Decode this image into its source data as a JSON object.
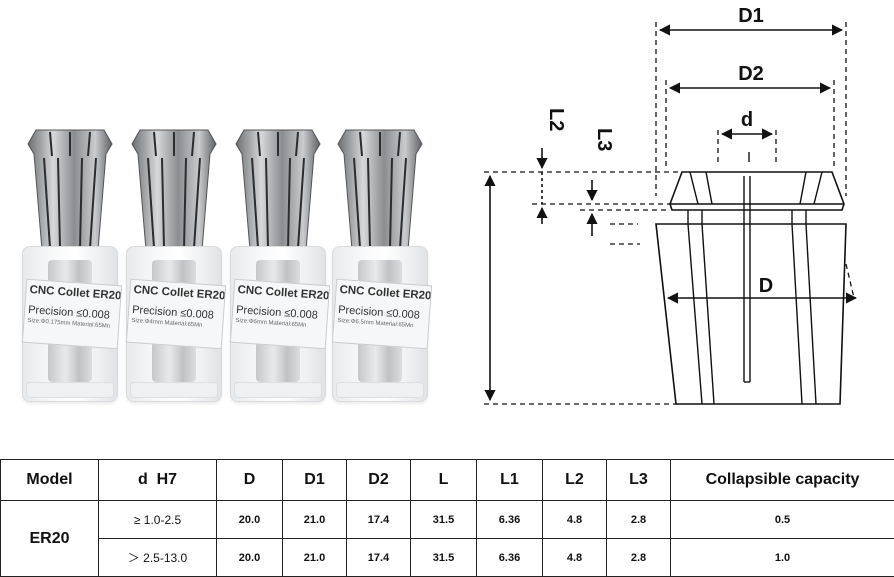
{
  "photo": {
    "collets": [
      {
        "title": "CNC Collet ER20",
        "precision": "Precision ≤0.008",
        "detail": "Size:Φ0.175mm Material:65Mn"
      },
      {
        "title": "CNC Collet ER20",
        "precision": "Precision ≤0.008",
        "detail": "Size:Φ4mm Material:65Mn"
      },
      {
        "title": "CNC Collet ER20",
        "precision": "Precision ≤0.008",
        "detail": "Size:Φ6mm Material:65Mn"
      },
      {
        "title": "CNC Collet ER20",
        "precision": "Precision ≤0.008",
        "detail": "Size:Φ6.5mm Material:65Mn"
      }
    ]
  },
  "diagram": {
    "labels": {
      "D1": "D1",
      "D2": "D2",
      "d": "d",
      "L2": "L2",
      "L3": "L3",
      "D": "D"
    }
  },
  "table": {
    "headers": [
      "Model",
      "d  H7",
      "D",
      "D1",
      "D2",
      "L",
      "L1",
      "L2",
      "L3",
      "Collapsible capacity"
    ],
    "model": "ER20",
    "rows": [
      [
        "≥ 1.0-2.5",
        "20.0",
        "21.0",
        "17.4",
        "31.5",
        "6.36",
        "4.8",
        "2.8",
        "0.5"
      ],
      [
        "＞ 2.5-13.0",
        "20.0",
        "21.0",
        "17.4",
        "31.5",
        "6.36",
        "4.8",
        "2.8",
        "1.0"
      ]
    ]
  }
}
